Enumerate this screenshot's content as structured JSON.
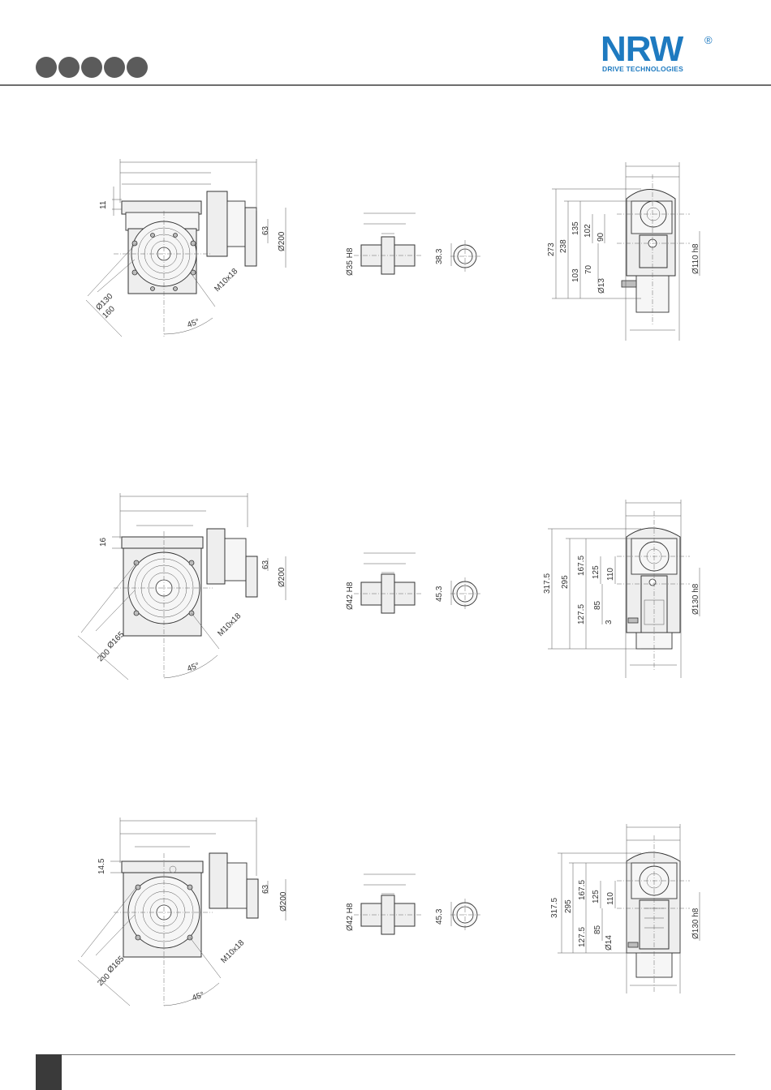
{
  "header": {
    "logo_text": "NRW",
    "logo_registered": "®",
    "logo_subtitle": "DRIVE TECHNOLOGIES",
    "brand_color": "#1e7ac0",
    "dot_count": 5
  },
  "rows": [
    {
      "front": {
        "dim_top": "11",
        "dim_flange_h": "63",
        "dim_flange_d": "Ø200",
        "dim_pcd": "Ø130",
        "dim_square": "160",
        "dim_thread": "M10x18",
        "dim_angle": "45°"
      },
      "shaft": {
        "dim_bore": "Ø35 H8",
        "dim_key": "38.3"
      },
      "side": {
        "dim_total": "273",
        "dim_upper_total": "238",
        "dim_upper": "135",
        "dim_mid_a": "102",
        "dim_mid_b": "90",
        "dim_lower": "103",
        "dim_lower_b": "70",
        "dim_hole": "Ø13",
        "dim_centering": "Ø110 h8"
      }
    },
    {
      "front": {
        "dim_top": "16",
        "dim_flange_h": "63",
        "dim_flange_d": "Ø200",
        "dim_pcd": "Ø165",
        "dim_square": "200",
        "dim_thread": "M10x18",
        "dim_angle": "45°"
      },
      "shaft": {
        "dim_bore": "Ø42 H8",
        "dim_key": "45.3"
      },
      "side": {
        "dim_total": "317.5",
        "dim_upper_total": "295",
        "dim_upper": "167.5",
        "dim_mid_a": "125",
        "dim_mid_b": "110",
        "dim_lower": "127.5",
        "dim_lower_b": "85",
        "dim_hole": "3",
        "dim_centering": "Ø130 h8"
      }
    },
    {
      "front": {
        "dim_top": "14.5",
        "dim_flange_h": "63",
        "dim_flange_d": "Ø200",
        "dim_pcd": "Ø165",
        "dim_square": "200",
        "dim_thread": "M10x18",
        "dim_angle": "45°"
      },
      "shaft": {
        "dim_bore": "Ø42 H8",
        "dim_key": "45.3"
      },
      "side": {
        "dim_total": "317.5",
        "dim_upper_total": "295",
        "dim_upper": "167.5",
        "dim_mid_a": "125",
        "dim_mid_b": "110",
        "dim_lower": "127.5",
        "dim_lower_b": "85",
        "dim_hole": "Ø14",
        "dim_centering": "Ø130 h8"
      }
    }
  ]
}
